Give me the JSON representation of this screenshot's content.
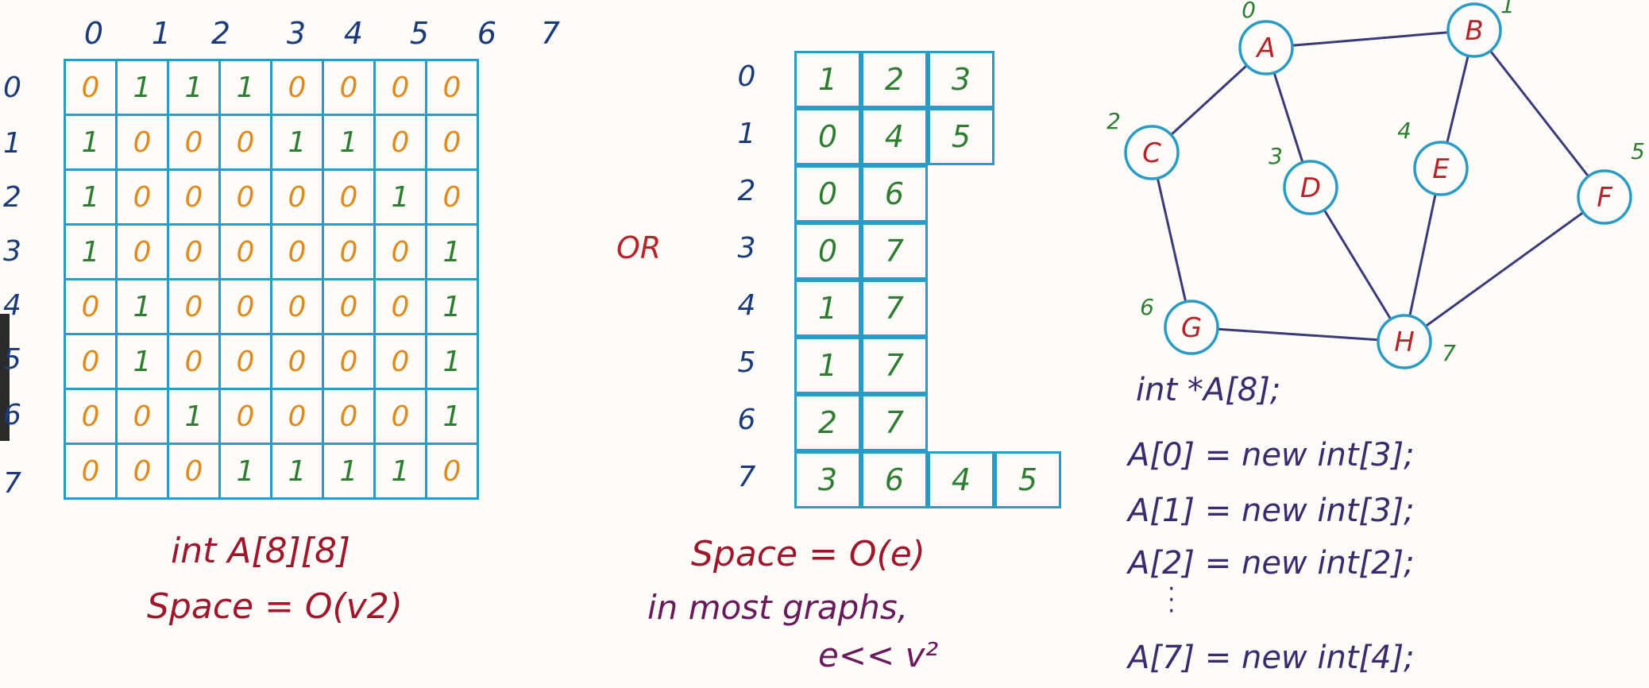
{
  "matrix": {
    "col_headers": [
      "0",
      "1",
      "2",
      "3",
      "4",
      "5",
      "6",
      "7"
    ],
    "row_headers": [
      "0",
      "1",
      "2",
      "3",
      "4",
      "5",
      "6",
      "7"
    ],
    "rows": [
      [
        "0",
        "1",
        "1",
        "1",
        "0",
        "0",
        "0",
        "0"
      ],
      [
        "1",
        "0",
        "0",
        "0",
        "1",
        "1",
        "0",
        "0"
      ],
      [
        "1",
        "0",
        "0",
        "0",
        "0",
        "0",
        "1",
        "0"
      ],
      [
        "1",
        "0",
        "0",
        "0",
        "0",
        "0",
        "0",
        "1"
      ],
      [
        "0",
        "1",
        "0",
        "0",
        "0",
        "0",
        "0",
        "1"
      ],
      [
        "0",
        "1",
        "0",
        "0",
        "0",
        "0",
        "0",
        "1"
      ],
      [
        "0",
        "0",
        "1",
        "0",
        "0",
        "0",
        "0",
        "1"
      ],
      [
        "0",
        "0",
        "0",
        "1",
        "1",
        "1",
        "1",
        "0"
      ]
    ],
    "declaration": "int A[8][8]",
    "space": "Space = O(v2)"
  },
  "or_label": "OR",
  "adj_list": {
    "row_headers": [
      "0",
      "1",
      "2",
      "3",
      "4",
      "5",
      "6",
      "7"
    ],
    "rows": [
      [
        "1",
        "2",
        "3"
      ],
      [
        "0",
        "4",
        "5"
      ],
      [
        "0",
        "6"
      ],
      [
        "0",
        "7"
      ],
      [
        "1",
        "7"
      ],
      [
        "1",
        "7"
      ],
      [
        "2",
        "7"
      ],
      [
        "3",
        "6",
        "4",
        "5"
      ]
    ],
    "space": "Space = O(e)",
    "note_line1": "in most graphs,",
    "note_line2": "e<< v²"
  },
  "graph": {
    "nodes": [
      {
        "id": "A",
        "index": "0"
      },
      {
        "id": "B",
        "index": "1"
      },
      {
        "id": "C",
        "index": "2"
      },
      {
        "id": "D",
        "index": "3"
      },
      {
        "id": "E",
        "index": "4"
      },
      {
        "id": "F",
        "index": "5"
      },
      {
        "id": "G",
        "index": "6"
      },
      {
        "id": "H",
        "index": "7"
      }
    ],
    "edges": [
      [
        "A",
        "B"
      ],
      [
        "A",
        "C"
      ],
      [
        "A",
        "D"
      ],
      [
        "B",
        "E"
      ],
      [
        "B",
        "F"
      ],
      [
        "C",
        "G"
      ],
      [
        "D",
        "H"
      ],
      [
        "E",
        "H"
      ],
      [
        "F",
        "H"
      ],
      [
        "G",
        "H"
      ]
    ]
  },
  "code": {
    "decl": "int *A[8];",
    "line0": "A[0] = new int[3];",
    "line1": "A[1] = new int[3];",
    "line2": "A[2] = new int[2];",
    "line7": "A[7] = new int[4];"
  },
  "colors": {
    "grid": "#2a9bc4",
    "one": "#2e7d32",
    "zero": "#e08a1e",
    "node_label": "#b8232a",
    "node_index": "#2e7d32",
    "edge": "#3a3a7a"
  }
}
